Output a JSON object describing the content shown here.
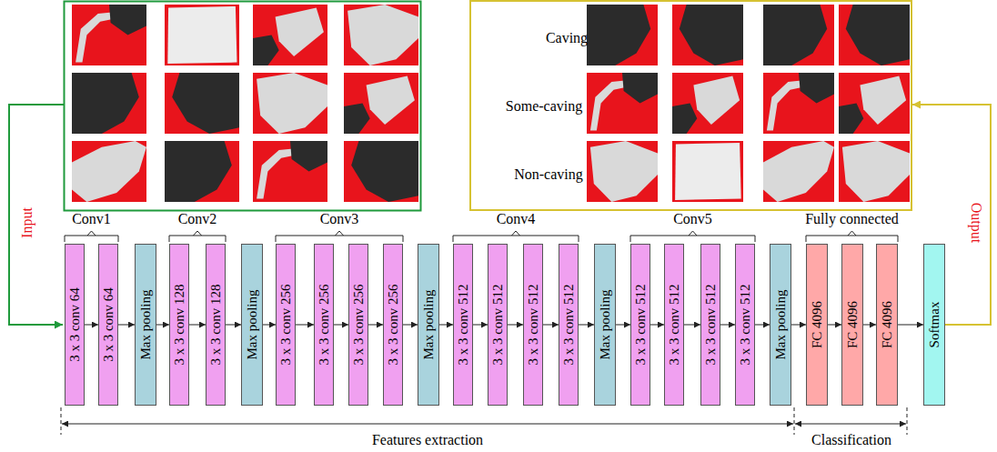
{
  "diagram": {
    "nodes": [
      {
        "text": [
          "Caving",
          "Some-caving",
          "Non-caving"
        ]
      },
      {
        "text": [
          "3 x 3 conv 64"
        ]
      },
      {
        "text": [
          "3 x 3 conv 64"
        ]
      },
      {
        "text": [
          "Max pooling"
        ]
      },
      {
        "text": [
          "3 x 3 conv 128"
        ]
      },
      {
        "text": [
          "3 x 3 conv 128"
        ]
      },
      {
        "text": [
          "Max pooling"
        ]
      },
      {
        "text": [
          "3 x 3 conv 256"
        ]
      },
      {
        "text": [
          "3 x 3 conv 256"
        ]
      },
      {
        "text": [
          "3 x 3 conv 256"
        ]
      },
      {
        "text": [
          "3 x 3 conv 256"
        ]
      },
      {
        "text": [
          "Max pooling"
        ]
      },
      {
        "text": [
          "3 x 3 conv 512"
        ]
      },
      {
        "text": [
          "3 x 3 conv 512"
        ]
      },
      {
        "text": [
          "3 x 3 conv 512"
        ]
      },
      {
        "text": [
          "3 x 3 conv 512"
        ]
      },
      {
        "text": [
          "Max pooling"
        ]
      },
      {
        "text": [
          "3 x 3 conv 512"
        ]
      },
      {
        "text": [
          "3 x 3 conv 512"
        ]
      },
      {
        "text": [
          "3 x 3 conv 512"
        ]
      },
      {
        "text": [
          "3 x 3 conv 512"
        ]
      },
      {
        "text": [
          "Max pooling"
        ]
      },
      {
        "text": [
          "FC 4096"
        ]
      },
      {
        "text": [
          "FC 4096"
        ]
      },
      {
        "text": [
          "FC 4096"
        ]
      },
      {
        "text": [
          "Softmax"
        ]
      }
    ],
    "edges": [
      {
        "from": 1,
        "to": 2,
        "arrow": "to"
      },
      {
        "from": 2,
        "to": 3,
        "arrow": "to"
      },
      {
        "from": 3,
        "to": 4,
        "arrow": "to"
      },
      {
        "from": 4,
        "to": 5,
        "arrow": "to"
      },
      {
        "from": 5,
        "to": 6,
        "arrow": "to"
      },
      {
        "from": 6,
        "to": 7,
        "arrow": "to"
      },
      {
        "from": 7,
        "to": 8,
        "arrow": "to"
      },
      {
        "from": 8,
        "to": 9,
        "arrow": "to"
      },
      {
        "from": 9,
        "to": 10,
        "arrow": "to"
      },
      {
        "from": 10,
        "to": 11,
        "arrow": "to"
      },
      {
        "from": 11,
        "to": 12,
        "arrow": "to"
      },
      {
        "from": 12,
        "to": 13,
        "arrow": "to"
      },
      {
        "from": 13,
        "to": 14,
        "arrow": "to"
      },
      {
        "from": 14,
        "to": 15,
        "arrow": "to"
      },
      {
        "from": 15,
        "to": 16,
        "arrow": "to"
      },
      {
        "from": 16,
        "to": 17,
        "arrow": "to"
      },
      {
        "from": 17,
        "to": 18,
        "arrow": "to"
      },
      {
        "from": 18,
        "to": 19,
        "arrow": "to"
      },
      {
        "from": 19,
        "to": 20,
        "arrow": "to"
      },
      {
        "from": 20,
        "to": 21,
        "arrow": "to"
      },
      {
        "from": 21,
        "to": 22,
        "arrow": "to"
      },
      {
        "from": 22,
        "to": 23,
        "arrow": "to"
      },
      {
        "from": 23,
        "to": 24,
        "arrow": "to"
      },
      {
        "from": 24,
        "to": 25,
        "arrow": "to"
      },
      {
        "from": 25,
        "to": 0,
        "label": "Output",
        "arrow": "to"
      }
    ],
    "labels": [
      "Input",
      "Conv1",
      "Conv2",
      "Conv3",
      "Conv4",
      "Conv5",
      "Fully connected",
      "Features extraction",
      "Classification"
    ]
  }
}
